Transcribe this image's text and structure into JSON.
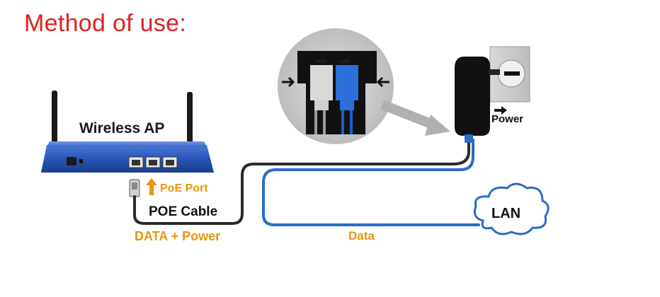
{
  "title": "Method of use:",
  "labels": {
    "wireless_ap": "Wireless AP",
    "poe_port": "PoE Port",
    "poe_cable": "POE Cable",
    "data_power": "DATA + Power",
    "data": "Data",
    "lan": "LAN",
    "power": "Power",
    "socket_poe": "POE",
    "socket_lan": "LAN"
  },
  "colors": {
    "title": "#e02020",
    "accent_orange": "#e8950f",
    "router_blue": "#2a55b8",
    "data_cable": "#2a6cc8",
    "poe_cable": "#2a2a2a"
  },
  "icons": [
    "router-icon",
    "antenna-icon",
    "ethernet-port-icon",
    "poe-injector-icon",
    "wall-outlet-icon",
    "cloud-icon",
    "arrow-up-icon",
    "arrow-right-icon"
  ]
}
